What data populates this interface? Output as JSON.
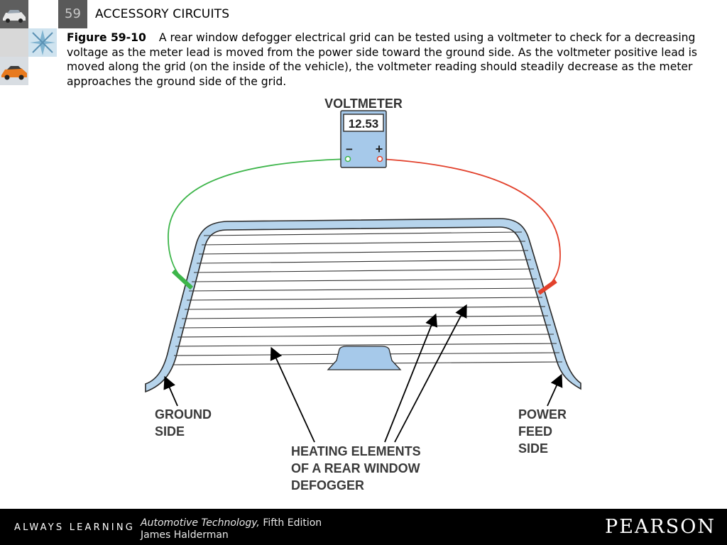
{
  "header": {
    "chapter_number": "59",
    "chapter_title": "ACCESSORY CIRCUITS"
  },
  "caption": {
    "figure_label": "Figure 59-10",
    "text": "A rear window defogger electrical grid can be tested using a voltmeter to check for a decreasing voltage as the meter lead is moved from the power side toward the ground side. As the voltmeter positive lead is moved along the grid (on the inside of the vehicle), the voltmeter reading should steadily decrease as the meter approaches the ground side of the grid."
  },
  "diagram": {
    "voltmeter_label": "VOLTMETER",
    "meter_reading": "12.53",
    "minus_symbol": "−",
    "plus_symbol": "+",
    "ground_label": [
      "GROUND",
      "SIDE"
    ],
    "power_label": [
      "POWER",
      "FEED",
      "SIDE"
    ],
    "heating_label": [
      "HEATING ELEMENTS",
      "OF A REAR WINDOW",
      "DEFOGGER"
    ],
    "colors": {
      "glass": "#b6d4ec",
      "meter": "#a6c9ea",
      "ground_lead": "#3db54a",
      "power_lead": "#e2412c"
    }
  },
  "footer": {
    "tagline": "ALWAYS LEARNING",
    "book_title": "Automotive Technology,",
    "edition": " Fifth Edition",
    "author": "James Halderman",
    "brand": "PEARSON"
  }
}
